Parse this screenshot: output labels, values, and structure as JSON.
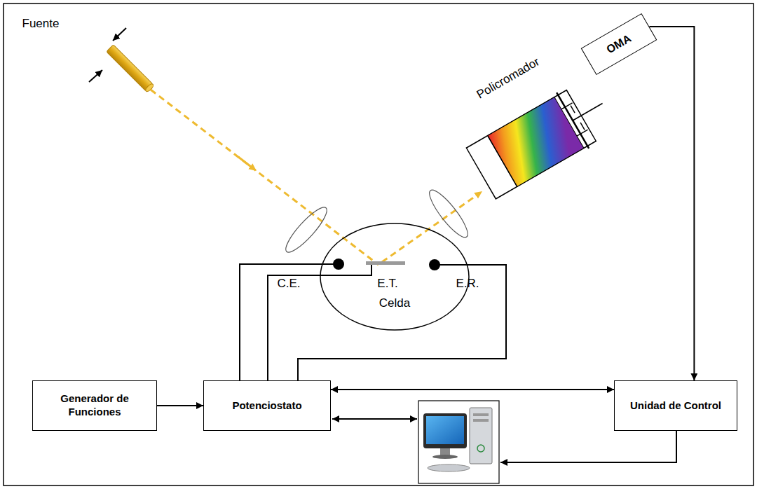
{
  "diagram": {
    "nodes": [
      {
        "text": [
          "Celda"
        ]
      },
      {
        "text": [
          "OMA"
        ]
      },
      {
        "text": [
          "Generador de Funciones"
        ]
      },
      {
        "text": [
          "Potenciostato"
        ]
      },
      {
        "text": [
          "Unidad de Control"
        ]
      }
    ],
    "edges": [
      {
        "from": 2,
        "to": 3,
        "arrow": "to"
      },
      {
        "from": 3,
        "to": 4,
        "arrow": "both"
      },
      {
        "from": 1,
        "to": 4,
        "arrow": "to"
      },
      {
        "from": 3,
        "to": 0,
        "arrow": "none"
      },
      {
        "from": 3,
        "to": 0,
        "arrow": "none"
      },
      {
        "from": 3,
        "to": 0,
        "arrow": "none"
      }
    ],
    "labels": [
      "Fuente",
      "Policromador",
      "C.E.",
      "E.T.",
      "E.R."
    ]
  }
}
